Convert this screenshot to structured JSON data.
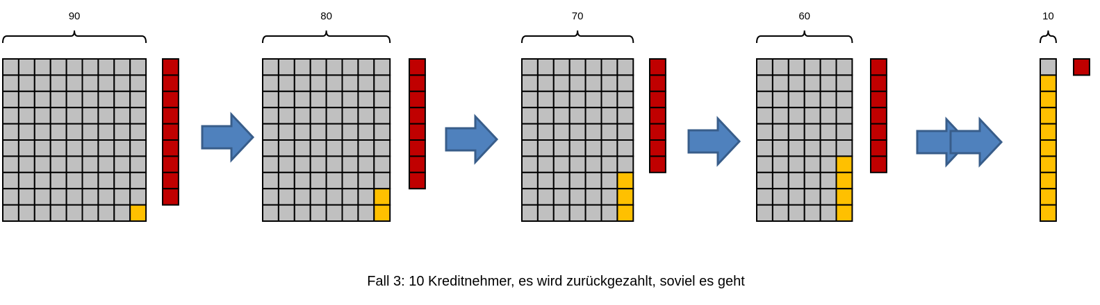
{
  "colors": {
    "grey": "#c0c0c0",
    "yellow": "#ffc000",
    "red": "#c00000",
    "arrow": "#4f81bd",
    "arrow_border": "#385d8a"
  },
  "stages": [
    {
      "label": "90",
      "columns": 9,
      "rows": 10,
      "yellow_cells": 1,
      "red_cells": 9
    },
    {
      "label": "80",
      "columns": 8,
      "rows": 10,
      "yellow_cells": 2,
      "red_cells": 8
    },
    {
      "label": "70",
      "columns": 7,
      "rows": 10,
      "yellow_cells": 3,
      "red_cells": 7
    },
    {
      "label": "60",
      "columns": 6,
      "rows": 10,
      "yellow_cells": 4,
      "red_cells": 7
    },
    {
      "label": "10",
      "columns": 1,
      "rows": 10,
      "yellow_cells": 9,
      "red_cells": 1
    }
  ],
  "arrows": [
    "arrow-right-icon",
    "arrow-right-icon",
    "arrow-right-icon",
    "double-arrow-right-icon"
  ],
  "caption": "Fall 3: 10 Kreditnehmer, es wird zurückgezahlt, soviel es geht"
}
